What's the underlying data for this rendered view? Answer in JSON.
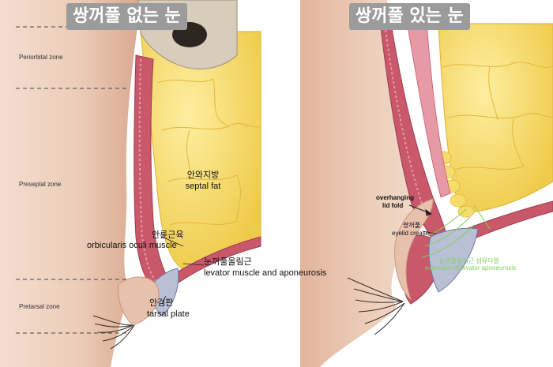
{
  "titles": {
    "left": "쌍꺼풀 없는 눈",
    "right": "쌍꺼풀 있는 눈"
  },
  "zones": {
    "periorbital": "Periorbital zone",
    "preseptal": "Preseptal zone",
    "pretarsal": "Pretarsal zone"
  },
  "left_labels": {
    "septal_fat_ko": "안와지방",
    "septal_fat_en": "septal fat",
    "orbicularis_ko": "안륜근육",
    "orbicularis_en": "orbicularis oculi muscle",
    "levator_ko": "눈꺼풀올림근",
    "levator_en": "levator muscle and aponeurosis",
    "tarsal_ko": "안검판",
    "tarsal_en": "tarsal plate"
  },
  "right_labels": {
    "overhang_1": "overhanging",
    "overhang_2": "lid fold",
    "crease_ko": "쌍꺼풀",
    "crease_en": "eyelid crease",
    "green_1": "눈꺼풀올림근 섬유다발",
    "green_2": "extension of levator aponeurosis"
  },
  "colors": {
    "skin": "#eccdb9",
    "skin_shadow": "#d9a88e",
    "fat": "#f6dc6a",
    "fat_edge": "#e2b93c",
    "muscle": "#c8586a",
    "muscle_light": "#e59aa6",
    "bone": "#d8cdbb",
    "tarsal": "#b9c0d6",
    "green": "#7fd15a"
  }
}
